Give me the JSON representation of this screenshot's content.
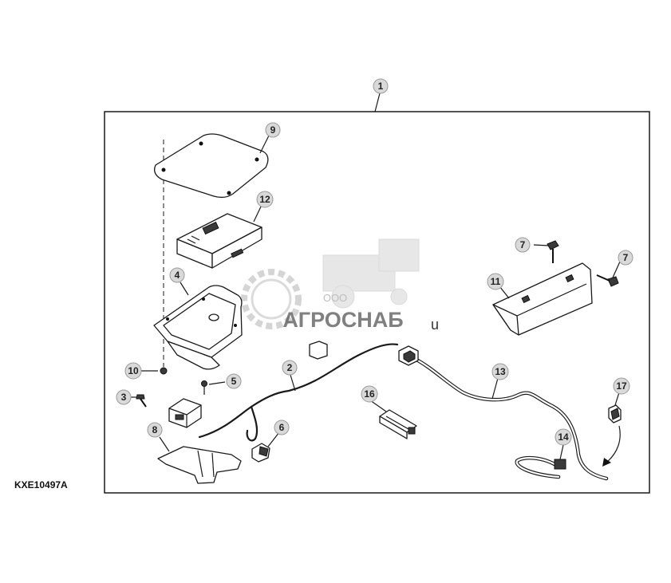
{
  "figure_code": "KXE10497A",
  "watermark": {
    "company_prefix": "ООО",
    "company_name": "АГРОСНАБ",
    "suffix": "u"
  },
  "callouts": [
    {
      "id": "c1",
      "label": "1"
    },
    {
      "id": "c2",
      "label": "2"
    },
    {
      "id": "c3",
      "label": "3"
    },
    {
      "id": "c4",
      "label": "4"
    },
    {
      "id": "c5",
      "label": "5"
    },
    {
      "id": "c6",
      "label": "6"
    },
    {
      "id": "c7a",
      "label": "7"
    },
    {
      "id": "c7b",
      "label": "7"
    },
    {
      "id": "c8",
      "label": "8"
    },
    {
      "id": "c9",
      "label": "9"
    },
    {
      "id": "c10",
      "label": "10"
    },
    {
      "id": "c11",
      "label": "11"
    },
    {
      "id": "c12",
      "label": "12"
    },
    {
      "id": "c13",
      "label": "13"
    },
    {
      "id": "c14",
      "label": "14"
    },
    {
      "id": "c16",
      "label": "16"
    },
    {
      "id": "c17",
      "label": "17"
    }
  ]
}
